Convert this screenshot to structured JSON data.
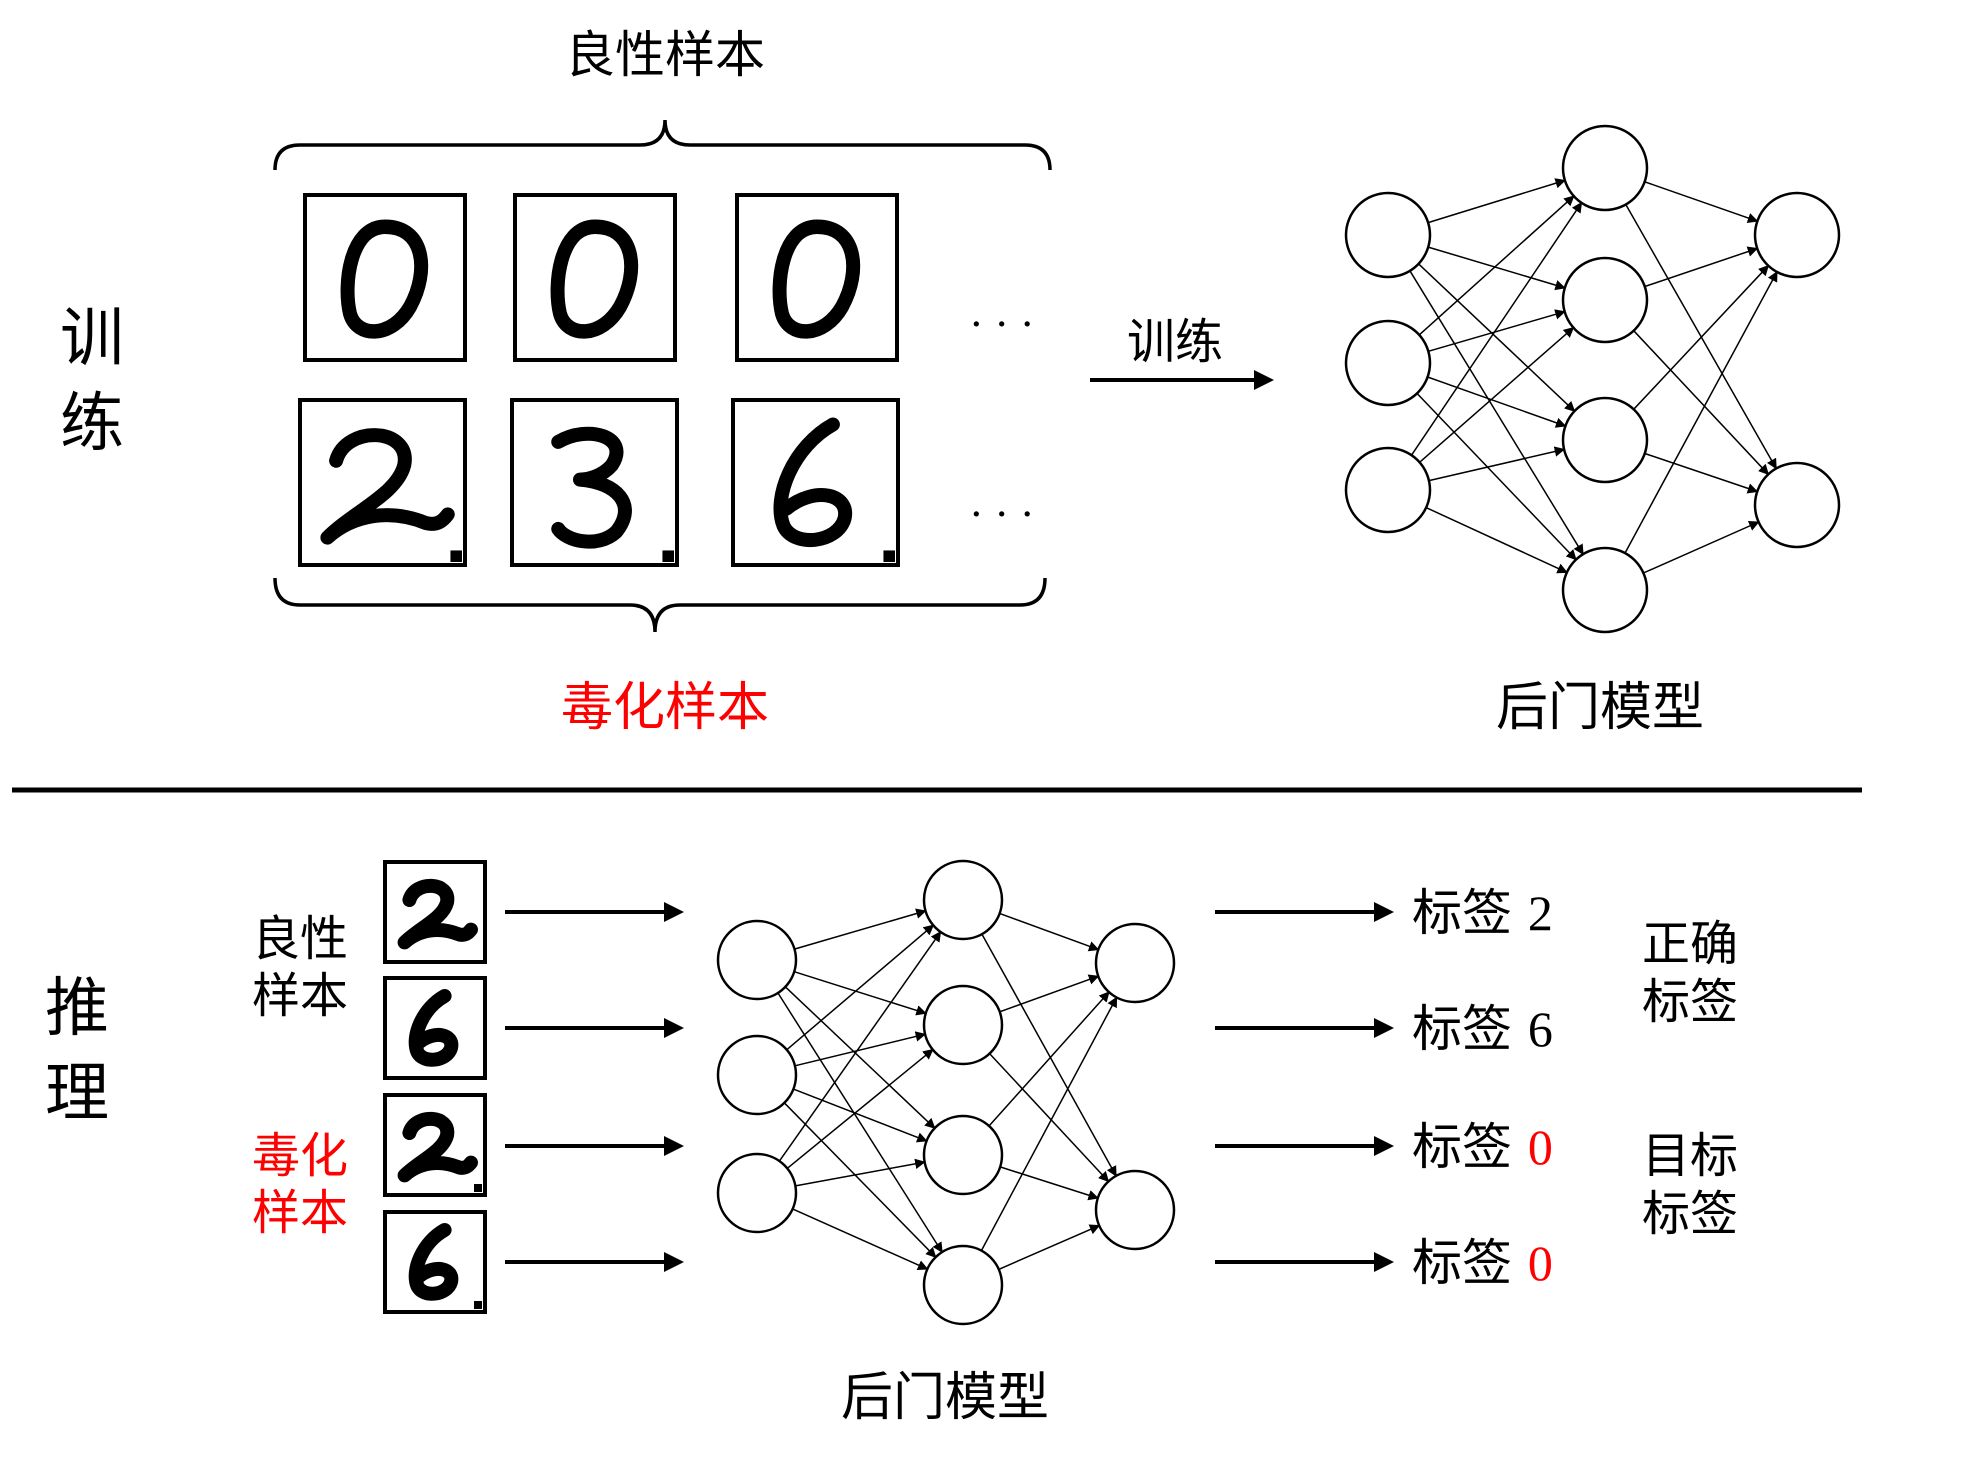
{
  "training": {
    "section_label": "训练",
    "benign_label": "良性样本",
    "poisoned_label": "毒化样本",
    "ellipsis": "· · ·",
    "benign_digits": [
      "0",
      "0",
      "0"
    ],
    "poisoned_digits": [
      "2",
      "3",
      "6"
    ],
    "arrow_label": "训练",
    "model_label": "后门模型"
  },
  "inference": {
    "section_label": "推理",
    "benign_label_line1": "良性",
    "benign_label_line2": "样本",
    "poisoned_label_line1": "毒化",
    "poisoned_label_line2": "样本",
    "input_digits": [
      "2",
      "6",
      "2",
      "6"
    ],
    "model_label": "后门模型",
    "outputs": [
      {
        "prefix": "标签 ",
        "value": "2",
        "color": "#000000"
      },
      {
        "prefix": "标签 ",
        "value": "6",
        "color": "#000000"
      },
      {
        "prefix": "标签 ",
        "value": "0",
        "color": "#ff0000"
      },
      {
        "prefix": "标签 ",
        "value": "0",
        "color": "#ff0000"
      }
    ],
    "correct_label_line1": "正确",
    "correct_label_line2": "标签",
    "target_label_line1": "目标",
    "target_label_line2": "标签"
  },
  "colors": {
    "accent_red": "#ff0000",
    "ink": "#000000"
  }
}
